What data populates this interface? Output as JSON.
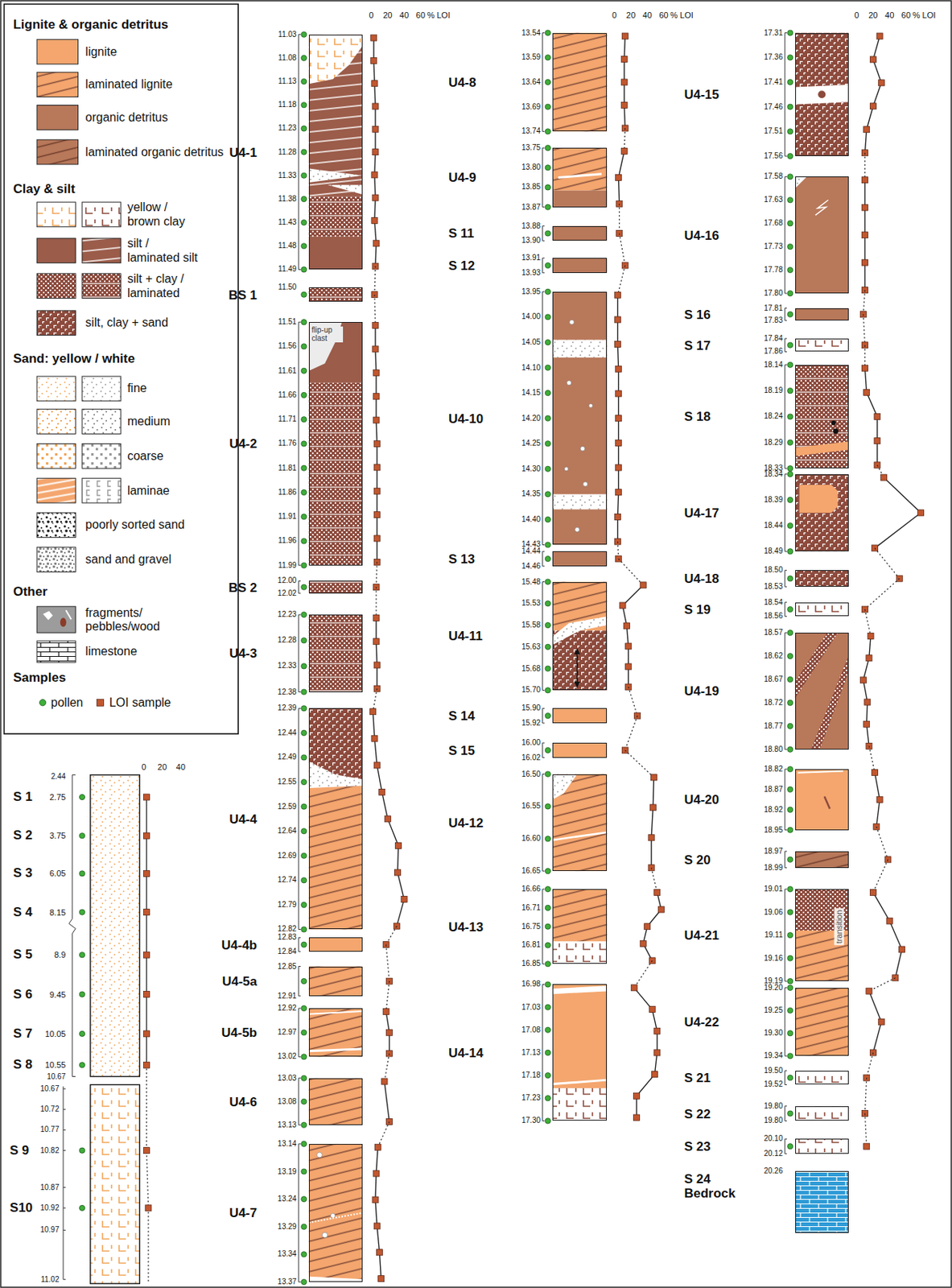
{
  "diagram": {
    "nodes": [
      {
        "text": [
          "U4-1"
        ]
      },
      {
        "text": [
          "BS 1"
        ]
      },
      {
        "text": [
          "U4-2",
          "flip-up clast"
        ]
      },
      {
        "text": [
          "BS 2"
        ]
      },
      {
        "text": [
          "U4-3"
        ]
      },
      {
        "text": [
          "U4-4"
        ]
      },
      {
        "text": [
          "U4-4b"
        ]
      },
      {
        "text": [
          "U4-5a"
        ]
      },
      {
        "text": [
          "U4-5b"
        ]
      },
      {
        "text": [
          "U4-6"
        ]
      },
      {
        "text": [
          "U4-7"
        ]
      },
      {
        "text": [
          "U4-8"
        ]
      },
      {
        "text": [
          "U4-9"
        ]
      },
      {
        "text": [
          "S 11"
        ]
      },
      {
        "text": [
          "S 12"
        ]
      },
      {
        "text": [
          "U4-10"
        ]
      },
      {
        "text": [
          "S 13"
        ]
      },
      {
        "text": [
          "U4-11"
        ]
      },
      {
        "text": [
          "S 14"
        ]
      },
      {
        "text": [
          "S 15"
        ]
      },
      {
        "text": [
          "U4-12"
        ]
      },
      {
        "text": [
          "U4-13"
        ]
      },
      {
        "text": [
          "U4-14"
        ]
      },
      {
        "text": [
          "U4-15"
        ]
      },
      {
        "text": [
          "U4-16"
        ]
      },
      {
        "text": [
          "S 16"
        ]
      },
      {
        "text": [
          "S 17"
        ]
      },
      {
        "text": [
          "S 18"
        ]
      },
      {
        "text": [
          "U4-17"
        ]
      },
      {
        "text": [
          "U4-18"
        ]
      },
      {
        "text": [
          "S 19"
        ]
      },
      {
        "text": [
          "U4-19"
        ]
      },
      {
        "text": [
          "U4-20"
        ]
      },
      {
        "text": [
          "S 20"
        ]
      },
      {
        "text": [
          "U4-21",
          "transition"
        ]
      },
      {
        "text": [
          "U4-22"
        ]
      },
      {
        "text": [
          "S 21"
        ]
      },
      {
        "text": [
          "S 22"
        ]
      },
      {
        "text": [
          "S 23"
        ]
      },
      {
        "text": [
          "S 24 Bedrock"
        ]
      }
    ],
    "labels": [
      "Lignite & organic detritus",
      "Clay & silt",
      "Sand: yellow / white",
      "Other",
      "Samples",
      "0",
      "20",
      "40",
      "60",
      "% LOI",
      "0",
      "20",
      "40",
      "60",
      "% LOI",
      "0",
      "20",
      "40",
      "60",
      "% LOI",
      "0",
      "20",
      "40",
      "11.03",
      "11.08",
      "11.13",
      "11.18",
      "11.23",
      "11.28",
      "11.33",
      "11.38",
      "11.43",
      "11.48",
      "11.49",
      "11.50",
      "11.51",
      "11.56",
      "11.61",
      "11.66",
      "11.71",
      "11.76",
      "11.81",
      "11.86",
      "11.91",
      "11.96",
      "11.99",
      "12.00",
      "12.02",
      "12.23",
      "12.28",
      "12.33",
      "12.38",
      "12.39",
      "12.44",
      "12.49",
      "12.55",
      "12.59",
      "12.64",
      "12.69",
      "12.74",
      "12.79",
      "12.82",
      "12.83",
      "12.84",
      "12.85",
      "12.91",
      "12.92",
      "12.97",
      "13.02",
      "13.03",
      "13.08",
      "13.13",
      "13.14",
      "13.19",
      "13.24",
      "13.29",
      "13.34",
      "13.37",
      "13.54",
      "13.59",
      "13.64",
      "13.69",
      "13.74",
      "13.75",
      "13.80",
      "13.85",
      "13.87",
      "13.88",
      "13.90",
      "13.91",
      "13.93",
      "13.95",
      "14.00",
      "14.05",
      "14.10",
      "14.15",
      "14.20",
      "14.25",
      "14.30",
      "14.35",
      "14.40",
      "14.43",
      "14.44",
      "14.46",
      "15.48",
      "15.53",
      "15.58",
      "15.63",
      "15.68",
      "15.70",
      "15.90",
      "15.92",
      "16.00",
      "16.02",
      "16.50",
      "16.55",
      "16.60",
      "16.65",
      "16.66",
      "16.71",
      "16.75",
      "16.81",
      "16.85",
      "16.98",
      "17.03",
      "17.08",
      "17.13",
      "17.18",
      "17.23",
      "17.30",
      "17.31",
      "17.36",
      "17.41",
      "17.46",
      "17.51",
      "17.56",
      "17.58",
      "17.63",
      "17.68",
      "17.73",
      "17.78",
      "17.80",
      "17.81",
      "17.83",
      "17.84",
      "17.86",
      "18.14",
      "18.19",
      "18.24",
      "18.29",
      "18.33",
      "18.34",
      "18.39",
      "18.44",
      "18.49",
      "18.50",
      "18.53",
      "18.54",
      "18.56",
      "18.57",
      "18.62",
      "18.67",
      "18.72",
      "18.77",
      "18.80",
      "18.82",
      "18.87",
      "18.92",
      "18.95",
      "18.97",
      "18.99",
      "19.01",
      "19.06",
      "19.11",
      "19.16",
      "19.19",
      "19.20",
      "19.25",
      "19.30",
      "19.34",
      "19.50",
      "19.52",
      "19.80",
      "19.80",
      "20.10",
      "20.12",
      "20.26",
      "2.44",
      "S 1",
      "2.75",
      "S 2",
      "3.75",
      "S 3",
      "6.05",
      "S 4",
      "8.15",
      "S 5",
      "8.9",
      "S 6",
      "9.45",
      "S 7",
      "10.05",
      "S 8",
      "10.55",
      "10.67",
      "10.67",
      "10.72",
      "10.77",
      "S 9",
      "10.82",
      "10.87",
      "S10",
      "10.92",
      "10.97",
      "11.02"
    ],
    "legend": [
      {
        "text": "lignite",
        "color": "#f4a66e"
      },
      {
        "text": "laminated lignite"
      },
      {
        "text": "organic detritus",
        "color": "#b8785a"
      },
      {
        "text": "laminated organic detritus"
      },
      {
        "text": "yellow / brown clay"
      },
      {
        "text": "silt / laminated silt"
      },
      {
        "text": "silt + clay / laminated"
      },
      {
        "text": "silt, clay + sand"
      },
      {
        "text": "fine"
      },
      {
        "text": "medium"
      },
      {
        "text": "coarse"
      },
      {
        "text": "laminae"
      },
      {
        "text": "poorly sorted sand"
      },
      {
        "text": "sand and gravel"
      },
      {
        "text": "fragments/ pebbles/wood"
      },
      {
        "text": "limestone"
      },
      {
        "text": "pollen"
      },
      {
        "text": "LOI sample"
      }
    ]
  }
}
